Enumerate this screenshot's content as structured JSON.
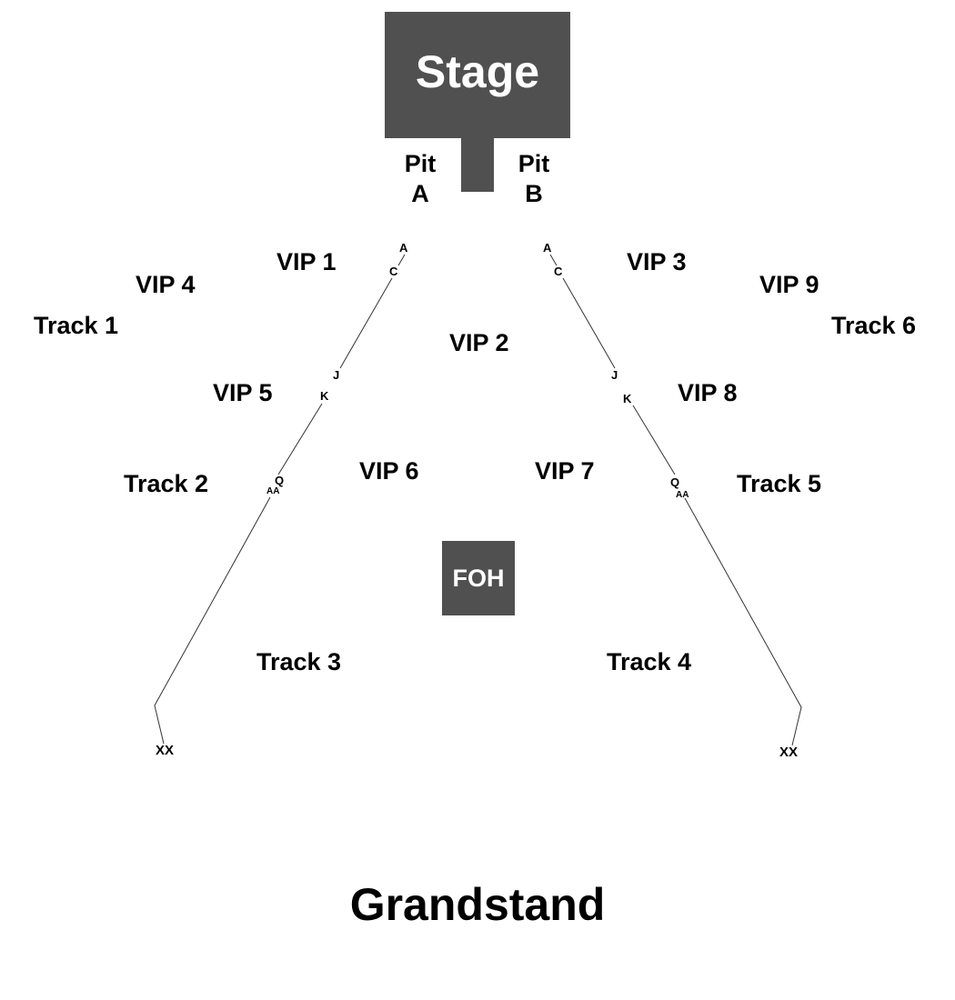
{
  "stage": {
    "label": "Stage"
  },
  "pits": [
    {
      "line1": "Pit",
      "line2": "A"
    },
    {
      "line1": "Pit",
      "line2": "B"
    }
  ],
  "sections": {
    "vip1": "VIP 1",
    "vip2": "VIP 2",
    "vip3": "VIP 3",
    "vip4": "VIP 4",
    "vip5": "VIP 5",
    "vip6": "VIP 6",
    "vip7": "VIP 7",
    "vip8": "VIP 8",
    "vip9": "VIP 9",
    "track1": "Track 1",
    "track2": "Track 2",
    "track3": "Track 3",
    "track4": "Track 4",
    "track5": "Track 5",
    "track6": "Track 6"
  },
  "row_markers": {
    "left": {
      "a": "A",
      "c": "C",
      "j": "J",
      "k": "K",
      "q": "Q",
      "aa": "AA",
      "xx": "XX"
    },
    "right": {
      "a": "A",
      "c": "C",
      "j": "J",
      "k": "K",
      "q": "Q",
      "aa": "AA",
      "xx": "XX"
    }
  },
  "foh": {
    "label": "FOH"
  },
  "grandstand": {
    "label": "Grandstand"
  },
  "colors": {
    "blocks": "#505050",
    "text": "#000000",
    "lines": "#333333",
    "background": "#ffffff"
  }
}
